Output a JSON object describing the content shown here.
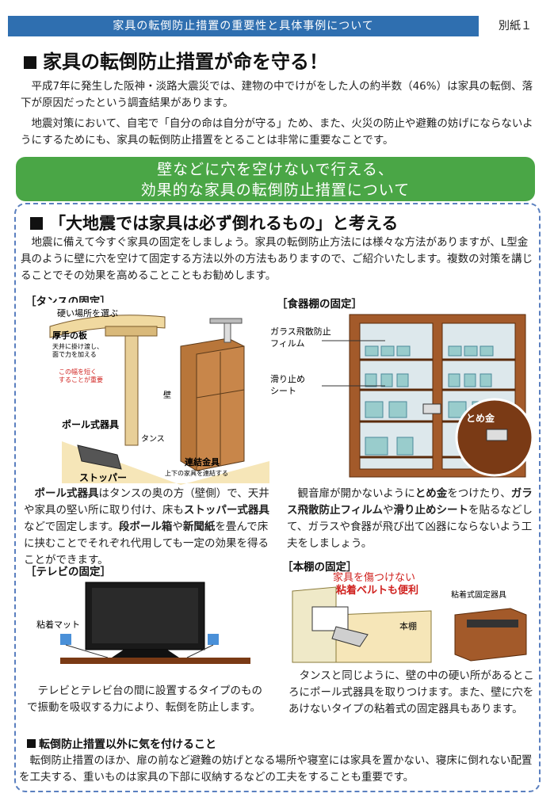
{
  "header": {
    "title": "家具の転倒防止措置の重要性と具体事例について",
    "annex": "別紙１"
  },
  "section1": {
    "heading": "家具の転倒防止措置が命を守る！",
    "para1": "平成7年に発生した阪神・淡路大震災では、建物の中でけがをした人の約半数（46%）は家具の転倒、落下が原因だったという調査結果があります。",
    "para2": "地震対策において、自宅で「自分の命は自分が守る」ため、また、火災の防止や避難の妨げにならないようにするためにも、家具の転倒防止措置をとることは非常に重要なことです。"
  },
  "banner": {
    "line1": "壁などに穴を空けないで行える、",
    "line2": "効果的な家具の転倒防止措置について"
  },
  "section2": {
    "heading": "「大地震では家具は必ず倒れるもの」と考える",
    "para": "地震に備えて今すぐ家具の固定をしましょう。家具の転倒防止方法には様々な方法がありますが、L型金具のように壁に穴を空けて固定する方法以外の方法もありますので、ご紹介いたします。複数の対策を講じることでその効果を高めることこともお勧めします。"
  },
  "tansu": {
    "label": "［タンスの固定］",
    "fig": {
      "hard": "硬い場所を選ぶ",
      "board": "厚手の板",
      "board_note1": "天井に掛け渡し、",
      "board_note2": "面で力を加える",
      "gap1": "この幅を短く",
      "gap2": "することが重要",
      "wall": "壁",
      "tansu": "タンス",
      "pole": "ポール式器具",
      "stopper": "ストッパー",
      "link": "連結金具",
      "link_note": "上下の家具を連結する"
    },
    "body_pre": "",
    "body_b1": "ポール式器具",
    "body_t1": "はタンスの奥の方（壁側）で、天井や家具の堅い所に取り付け、床も",
    "body_b2": "ストッパー式器具",
    "body_t2": "などで固定します。",
    "body_b3": "段ボール箱",
    "body_t3": "や",
    "body_b4": "新聞紙",
    "body_t4": "を畳んで床に挟むことでそれぞれ代用しても一定の効果を得ることができます。"
  },
  "shokki": {
    "label": "［食器棚の固定］",
    "fig": {
      "film1": "ガラス飛散防止",
      "film2": "フィルム",
      "sheet1": "滑り止め",
      "sheet2": "シート",
      "latch": "とめ金"
    },
    "body_t0": "観音扉が開かないように",
    "body_b1": "とめ金",
    "body_t1": "をつけたり、",
    "body_b2": "ガラス飛散防止フィルム",
    "body_t2": "や",
    "body_b3": "滑り止めシート",
    "body_t3": "を貼るなどして、ガラスや食器が飛び出て凶器にならないよう工夫をしましょう。"
  },
  "tv": {
    "label": "［テレビの固定］",
    "mat": "粘着マット",
    "body": "テレビとテレビ台の間に設置するタイプのもので振動を吸収する力により、転倒を防止します。"
  },
  "hondana": {
    "label": "［本棚の固定］",
    "belt1": "家具を傷つけない",
    "belt2": "粘着ベルトも便利",
    "shelf": "本棚",
    "adhesive": "粘着式固定器具",
    "body": "タンスと同じように、壁の中の硬い所があるところにポール式器具を取りつけます。また、壁に穴をあけないタイプの粘着式の固定器具もあります。"
  },
  "other": {
    "heading": "転倒防止措置以外に気を付けること",
    "para": "転倒防止措置のほか、扉の前など避難の妨げとなる場所や寝室には家具を置かない、寝床に倒れない配置を工夫する、重いものは家具の下部に収納するなどの工夫をすることも重要です。"
  }
}
